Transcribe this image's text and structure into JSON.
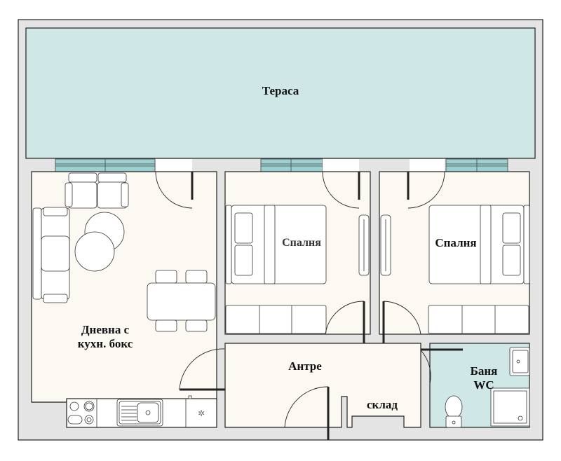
{
  "floorplan": {
    "colors": {
      "wall": "#e4e4e4",
      "terrace": "#cfe7e7",
      "room": "#fcf8f2",
      "bathroom": "#cfe7e7",
      "window": "#9ccfcf",
      "outline": "#222222"
    },
    "rooms": {
      "terrace": {
        "label": "Тераса"
      },
      "bedroom_1": {
        "label": "Спалня"
      },
      "bedroom_2": {
        "label": "Спалня"
      },
      "living": {
        "label_line1": "Дневна с",
        "label_line2": "кухн. бокс"
      },
      "hallway": {
        "label": "Антре"
      },
      "storage": {
        "label": "склад"
      },
      "bathroom": {
        "label_line1": "Баня",
        "label_line2": "WC"
      }
    }
  }
}
